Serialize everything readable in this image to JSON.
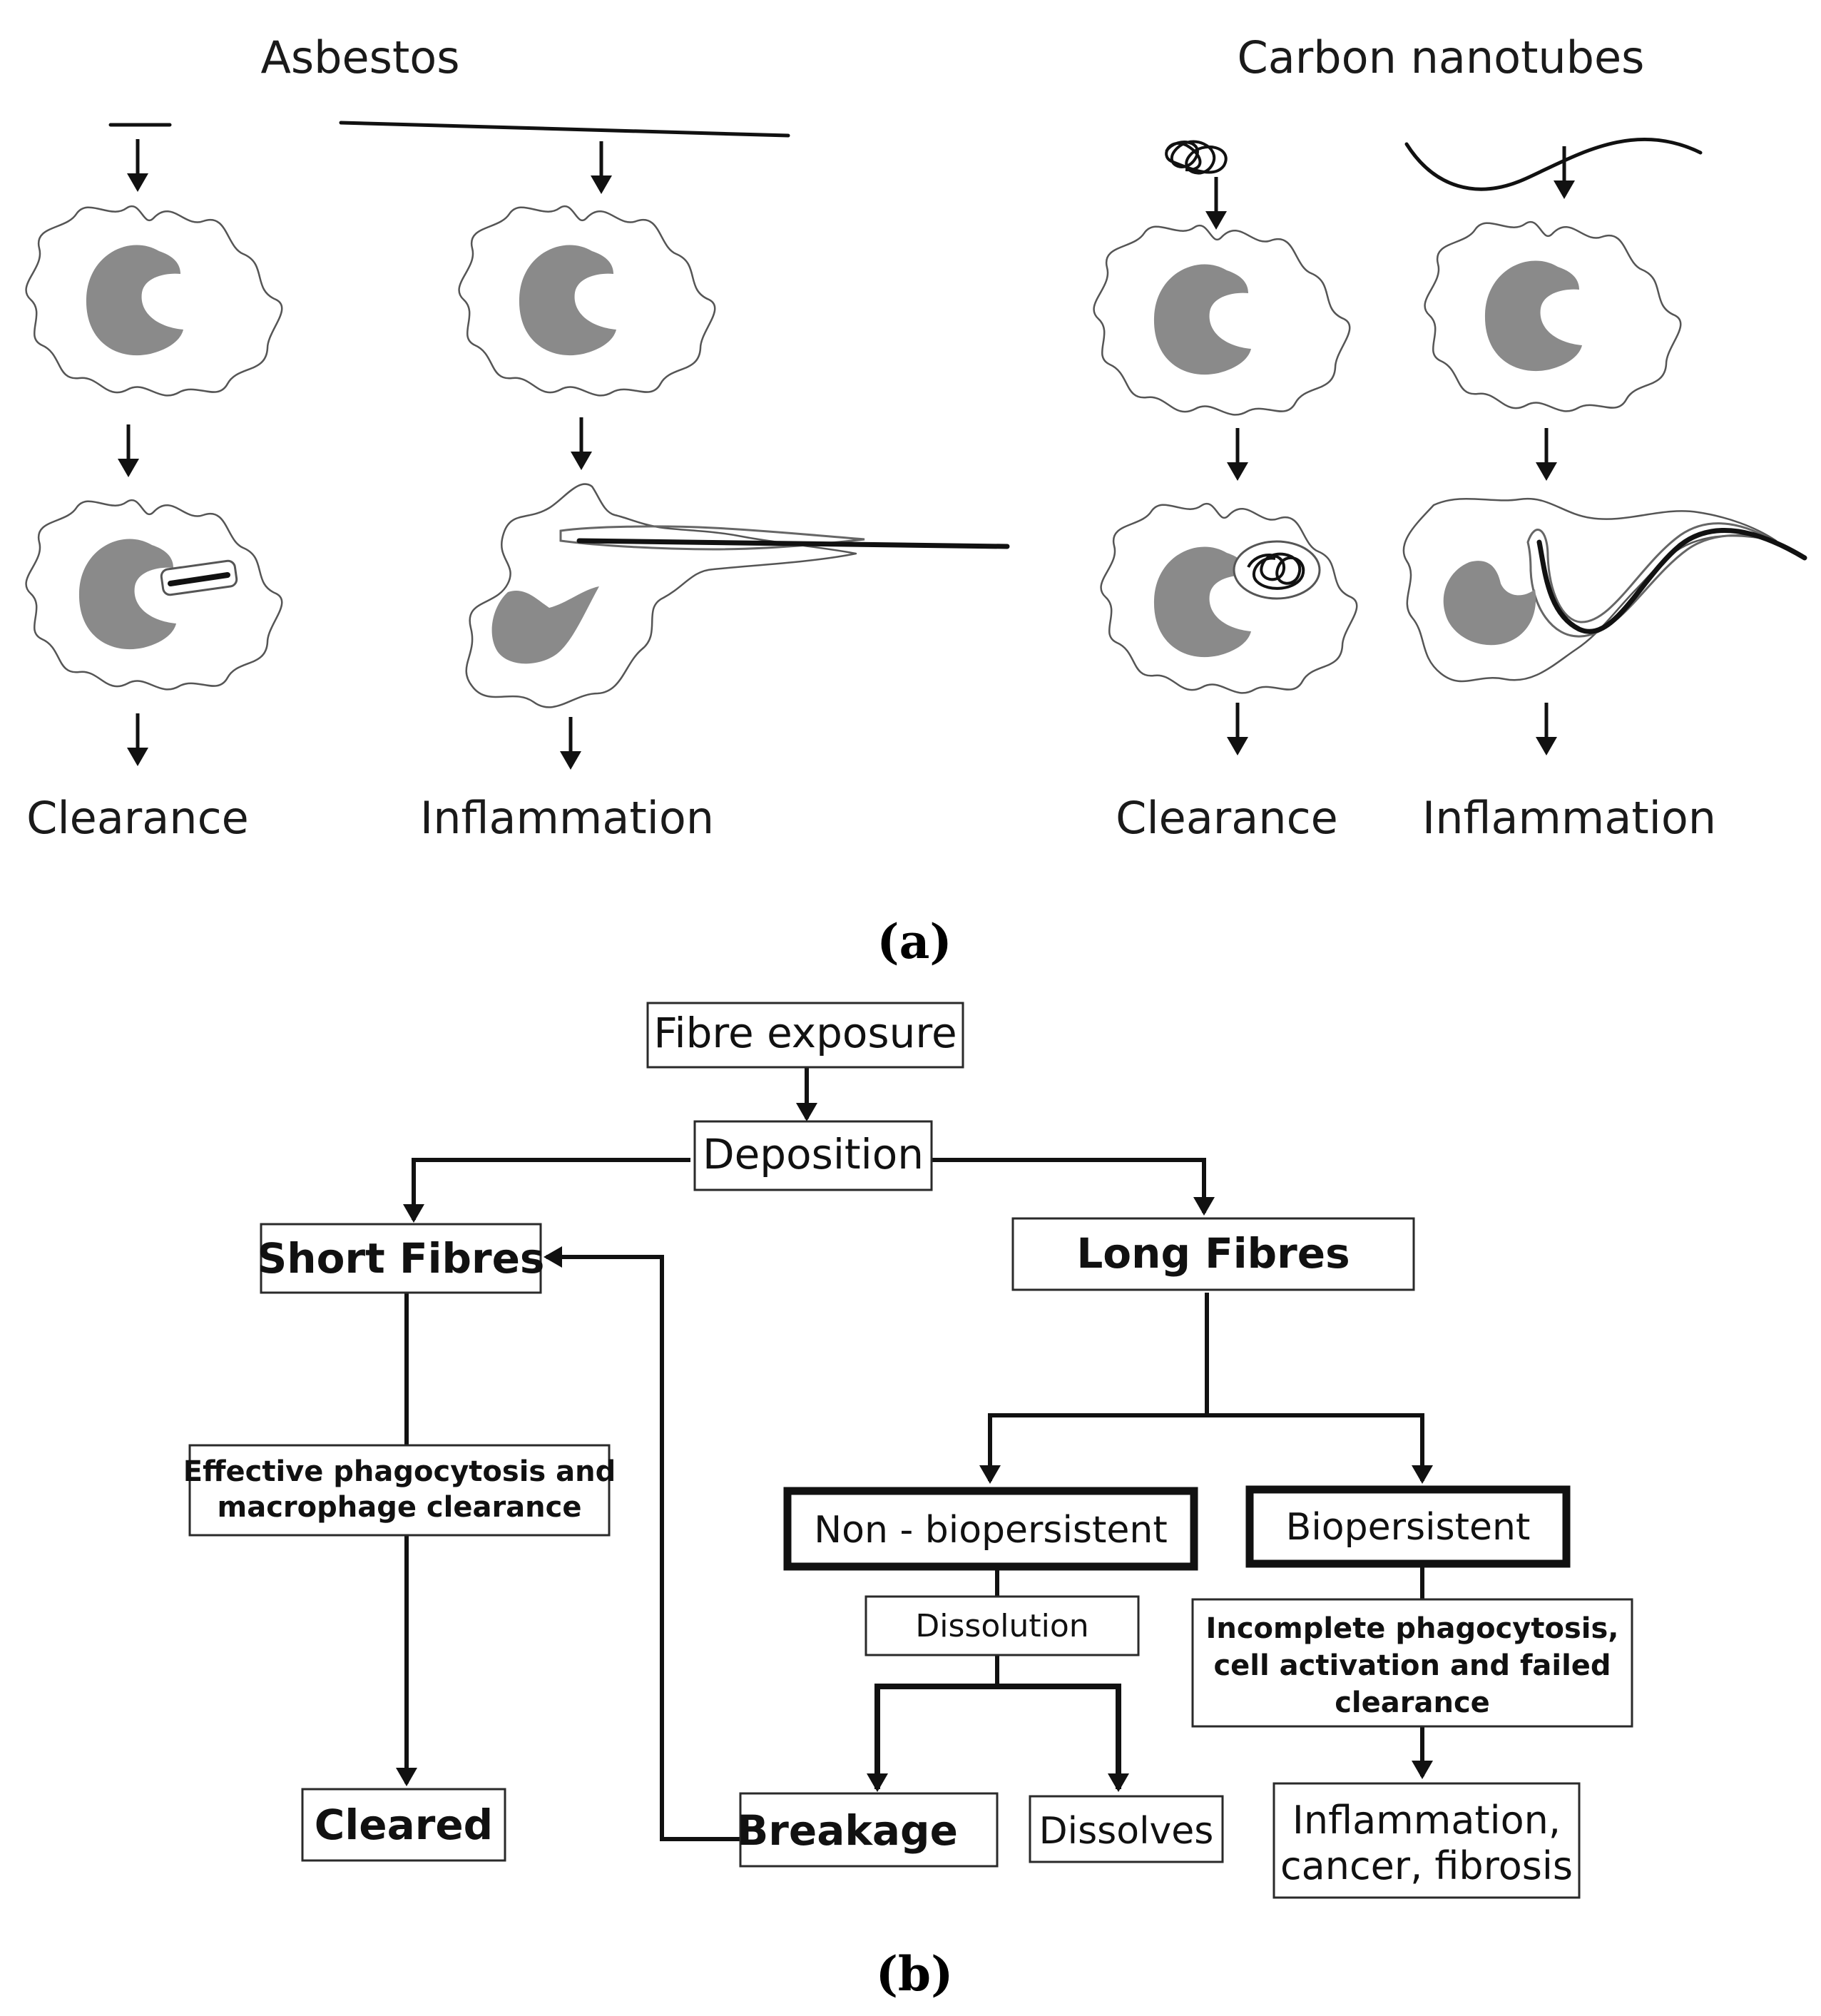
{
  "panel_a": {
    "label": "(a)",
    "asbestos": {
      "title": "Asbestos",
      "short_outcome": "Clearance",
      "long_outcome": "Inflammation"
    },
    "cnt": {
      "title": "Carbon nanotubes",
      "tangled_outcome": "Clearance",
      "long_outcome": "Inflammation"
    }
  },
  "panel_b": {
    "label": "(b)",
    "fibre_exposure": "Fibre exposure",
    "deposition": "Deposition",
    "short_fibres": "Short Fibres",
    "long_fibres": "Long Fibres",
    "effective_line1": "Effective phagocytosis and",
    "effective_line2": "macrophage clearance",
    "cleared": "Cleared",
    "non_bio": "Non - biopersistent",
    "bio": "Biopersistent",
    "dissolution": "Dissolution",
    "incomplete_line1": "Incomplete phagocytosis,",
    "incomplete_line2": "cell activation and failed",
    "incomplete_line3": "clearance",
    "breakage": "Breakage",
    "dissolves": "Dissolves",
    "inflammation_line1": "Inflammation,",
    "inflammation_line2": "cancer, fibrosis"
  }
}
